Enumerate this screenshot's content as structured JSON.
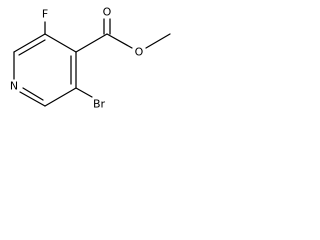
{
  "molecule": {
    "atoms": {
      "fluorine": "F",
      "carbonyl_oxygen": "O",
      "ester_oxygen": "O",
      "nitrogen": "N",
      "bromine": "Br"
    }
  }
}
